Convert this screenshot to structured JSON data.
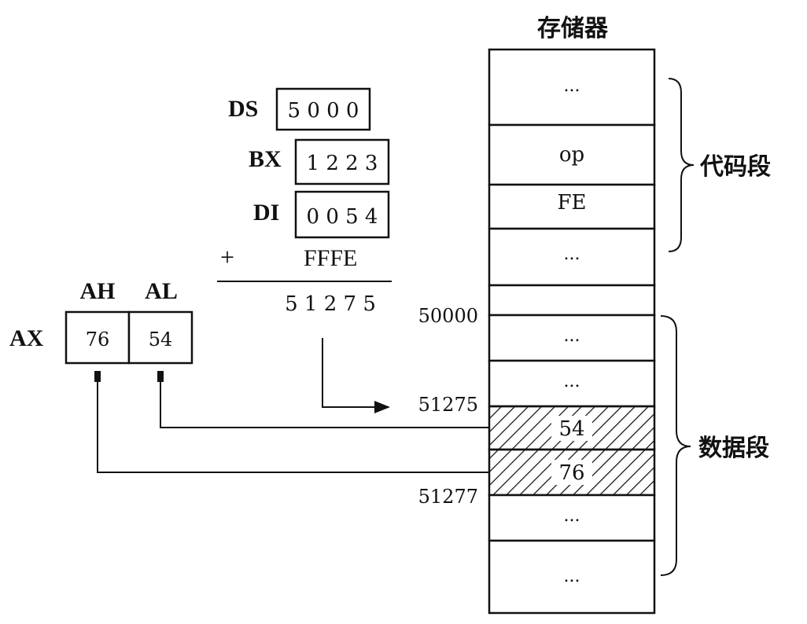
{
  "memory": {
    "title": "存储器",
    "cells": [
      "...",
      "op",
      "FE",
      "...",
      "",
      "...",
      "...",
      "54",
      "76",
      "...",
      "..."
    ],
    "code_segment_label": "代码段",
    "data_segment_label": "数据段",
    "addresses": {
      "segment_base": "50000",
      "effective": "51275",
      "next": "51277"
    }
  },
  "registers": {
    "ds": {
      "name": "DS",
      "value": "5 0 0 0"
    },
    "bx": {
      "name": "BX",
      "value": "1 2 2 3"
    },
    "di": {
      "name": "DI",
      "value": "0 0 5 4"
    },
    "displacement": "FFFE",
    "plus": "+",
    "sum": "5 1 2 7 5"
  },
  "ax": {
    "name": "AX",
    "high_name": "AH",
    "low_name": "AL",
    "high_value": "76",
    "low_value": "54"
  },
  "colors": {
    "ink": "#111111",
    "background": "#ffffff"
  }
}
